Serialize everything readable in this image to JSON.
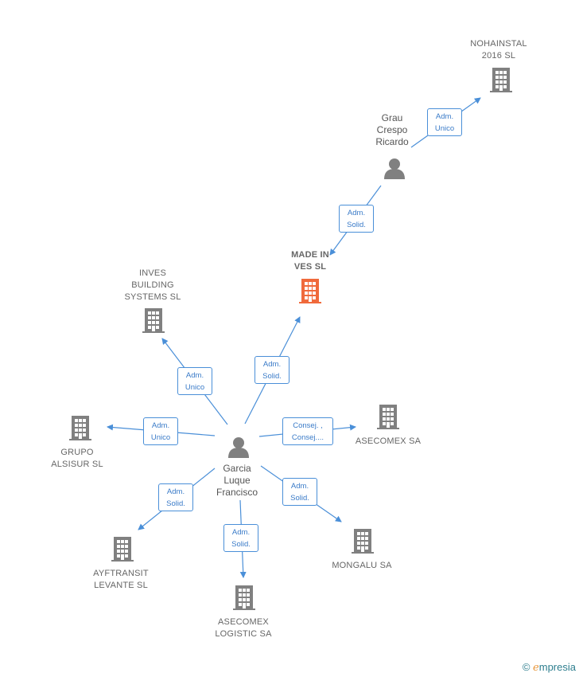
{
  "nodes": {
    "made_in_ves": {
      "label": "MADE IN\nVES  SL",
      "type": "company",
      "highlight": true
    },
    "nohainstal": {
      "label": "NOHAINSTAL\n2016  SL",
      "type": "company"
    },
    "grau": {
      "label": "Grau\nCrespo\nRicardo",
      "type": "person"
    },
    "garcia": {
      "label": "Garcia\nLuque\nFrancisco",
      "type": "person"
    },
    "inves": {
      "label": "INVES\nBUILDING\nSYSTEMS  SL",
      "type": "company"
    },
    "grupo_alsisur": {
      "label": "GRUPO\nALSISUR  SL",
      "type": "company"
    },
    "asecomex_sa": {
      "label": "ASECOMEX SA",
      "type": "company"
    },
    "ayftransit": {
      "label": "AYFTRANSIT\nLEVANTE SL",
      "type": "company"
    },
    "asecomex_logistic": {
      "label": "ASECOMEX\nLOGISTIC SA",
      "type": "company"
    },
    "mongalu": {
      "label": "MONGALU SA",
      "type": "company"
    }
  },
  "edges": {
    "grau_nohainstal": "Adm.\nUnico",
    "grau_made": "Adm.\nSolid.",
    "garcia_made": "Adm.\nSolid.",
    "garcia_inves": "Adm.\nUnico",
    "garcia_alsisur": "Adm.\nUnico",
    "garcia_asecomex_sa": "Consej. ,\nConsej....",
    "garcia_ayftransit": "Adm.\nSolid.",
    "garcia_logistic": "Adm.\nSolid.",
    "garcia_mongalu": "Adm.\nSolid."
  },
  "colors": {
    "edge": "#4a8fd8",
    "company_icon": "#808080",
    "highlight_icon": "#f06a3c",
    "person_icon": "#808080"
  },
  "footer": {
    "copyright": "©",
    "brand_e": "e",
    "brand_rest": "mpresia"
  }
}
